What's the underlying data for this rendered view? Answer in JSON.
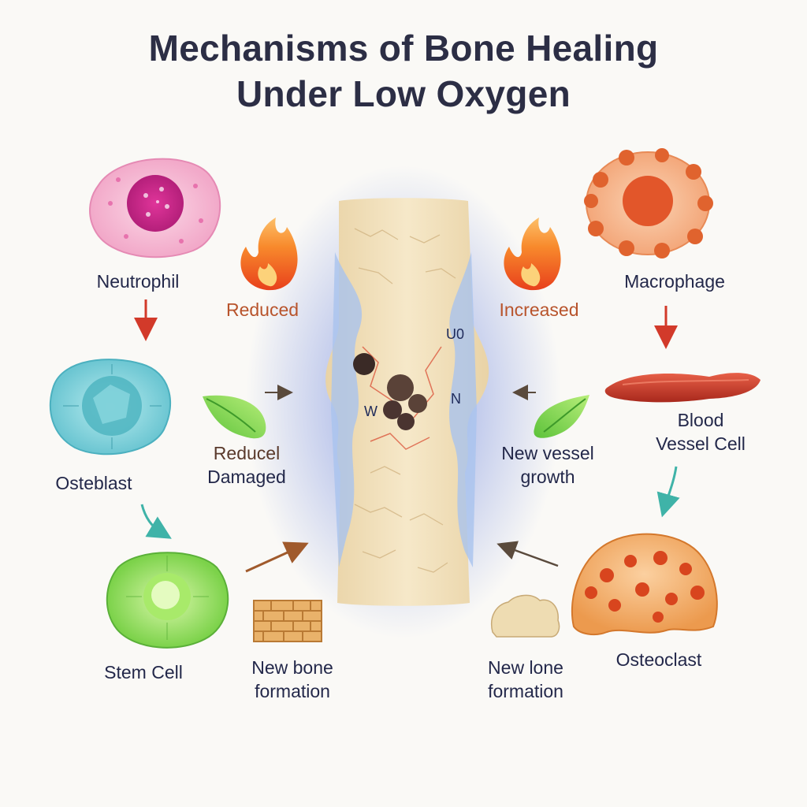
{
  "title": {
    "line1": "Mechanisms of Bone Healing",
    "line2": "Under Low Oxygen"
  },
  "left": {
    "neutrophil": "Neutrophil",
    "osteoblast": "Osteblast",
    "stem_cell": "Stem Cell",
    "reduced": "Reduced",
    "reduced_damaged_line1": "Reducel",
    "reduced_damaged_line2": "Damaged",
    "new_bone_line1": "New bone",
    "new_bone_line2": "formation"
  },
  "right": {
    "macrophage": "Macrophage",
    "blood_vessel_line1": "Blood",
    "blood_vessel_line2": "Vessel Cell",
    "osteoclast": "Osteoclast",
    "increased": "Increased",
    "new_vessel_line1": "New vessel",
    "new_vessel_line2": "growth",
    "new_bone_line1": "New lone",
    "new_bone_line2": "formation"
  },
  "center": {
    "fracture_text_1": "U0",
    "fracture_text_2": "W",
    "fracture_text_3": "N"
  },
  "colors": {
    "title": "#2c2e45",
    "label": "#23284a",
    "reduced": "#b8542c",
    "bone": "#f1dfb8",
    "glow": "#4a6fd8"
  },
  "icons": [
    "flame-icon",
    "leaf-icon",
    "brick-icon",
    "bone-chunk-icon"
  ]
}
